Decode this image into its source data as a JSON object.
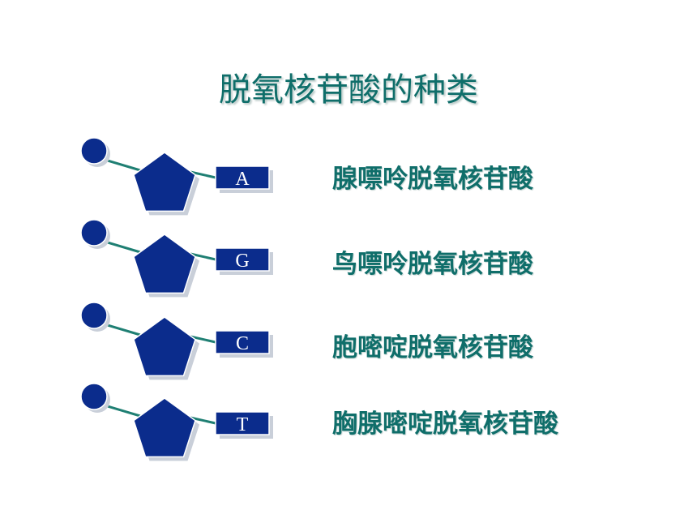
{
  "title": "脱氧核苷酸的种类",
  "colors": {
    "title": "#0f6e6a",
    "label": "#0f6e6a",
    "phosphate": "#0b2c8c",
    "sugar": "#0b2c8c",
    "base": "#0b2c8c",
    "bond": "#1f7f73"
  },
  "nucleotides": [
    {
      "base": "A",
      "name": "腺嘌呤脱氧核苷酸"
    },
    {
      "base": "G",
      "name": "鸟嘌呤脱氧核苷酸"
    },
    {
      "base": "C",
      "name": "胞嘧啶脱氧核苷酸"
    },
    {
      "base": "T",
      "name": "胸腺嘧啶脱氧核苷酸"
    }
  ]
}
